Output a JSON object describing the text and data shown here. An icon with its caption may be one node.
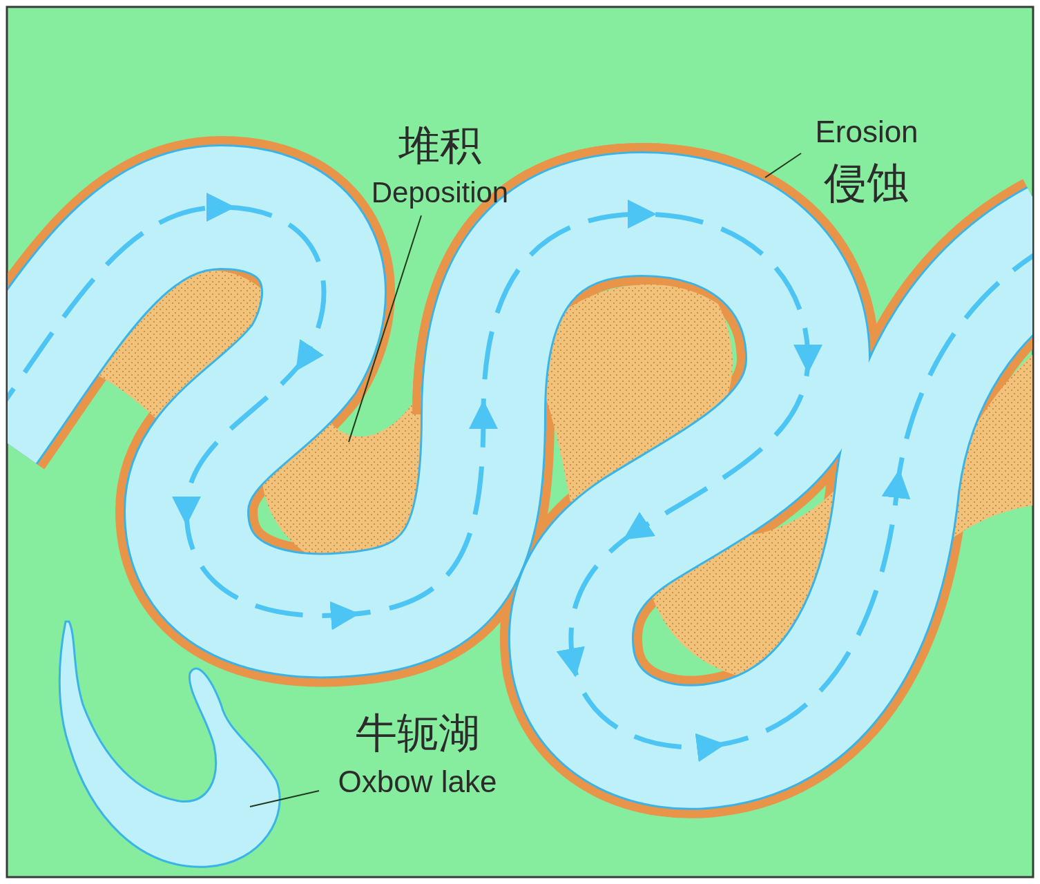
{
  "diagram": {
    "nodes": [
      {
        "text": [
          "堆积",
          "Deposition"
        ]
      },
      {
        "text": [],
        "shape": "picture"
      },
      {
        "text": [
          "Erosion",
          "侵蚀"
        ]
      },
      {
        "text": [],
        "shape": "picture"
      },
      {
        "text": [
          "牛轭湖",
          "Oxbow lake"
        ]
      },
      {
        "text": [],
        "shape": "picture"
      }
    ],
    "edges": [
      {
        "from": 0,
        "to": 1,
        "arrow": "none"
      },
      {
        "from": 2,
        "to": 3,
        "arrow": "none"
      },
      {
        "from": 4,
        "to": 5,
        "arrow": "none"
      }
    ]
  }
}
